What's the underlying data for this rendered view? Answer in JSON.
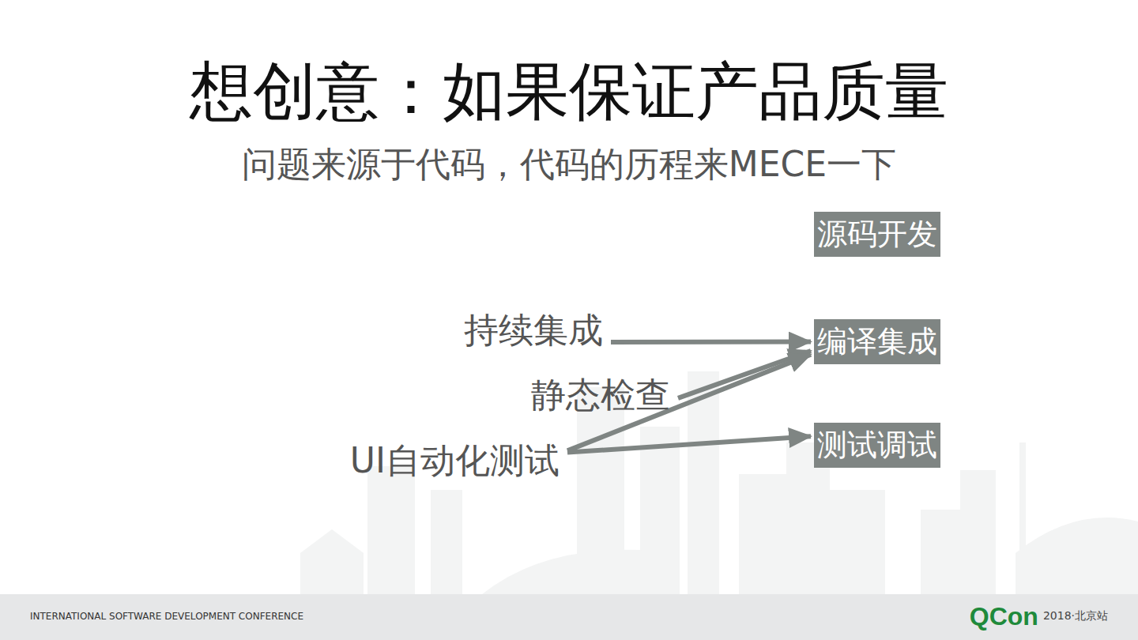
{
  "diagram": {
    "title": "想创意：如果保证产品质量",
    "caption": "问题来源于代码，代码的历程来MECE一下",
    "nodes": [
      {
        "text": [
          "源码开发"
        ]
      },
      {
        "text": [
          "持续集成"
        ]
      },
      {
        "text": [
          "编译集成"
        ]
      },
      {
        "text": [
          "静态检查"
        ]
      },
      {
        "text": [
          "UI自动化测试"
        ]
      },
      {
        "text": [
          "测试调试"
        ]
      }
    ],
    "edges": [
      {
        "from": 1,
        "to": 2,
        "arrow": "to"
      },
      {
        "from": 3,
        "to": 2,
        "arrow": "to"
      },
      {
        "from": 4,
        "to": 2,
        "arrow": "to"
      },
      {
        "from": 4,
        "to": 5,
        "arrow": "to"
      }
    ],
    "labels": [
      "INTERNATIONAL SOFTWARE DEVELOPMENT CONFERENCE",
      "QCon",
      "2018·北京站"
    ]
  }
}
